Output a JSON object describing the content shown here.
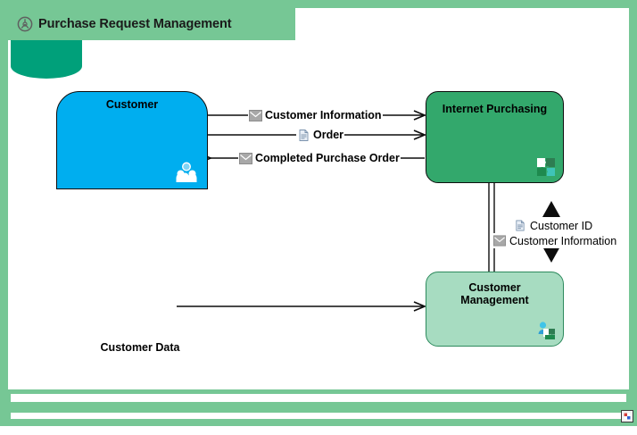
{
  "window": {
    "frame_color": "#76c795",
    "canvas_color": "#ffffff"
  },
  "group": {
    "title": "Purchase Request Management",
    "icon": "business-process-icon",
    "header_color": "#76c795"
  },
  "nodes": [
    {
      "id": "customer",
      "label": "Customer",
      "shape": "actor-rounded-top",
      "fill": "#00aeef",
      "corner_icon": "actor-people-icon"
    },
    {
      "id": "internet-purchasing",
      "label": "Internet Purchasing",
      "shape": "rounded-rect",
      "fill": "#33a86c",
      "corner_icon": "component-puzzle-icon"
    },
    {
      "id": "customer-management",
      "label": "Customer Management",
      "label_line1": "Customer",
      "label_line2": "Management",
      "shape": "rounded-rect",
      "fill": "#a7dcc1",
      "corner_icon": "component-actor-icon"
    },
    {
      "id": "customer-data",
      "label": "Customer Data",
      "shape": "database-cylinder",
      "fill": "#00a07a"
    }
  ],
  "flows": [
    {
      "id": "customer-information",
      "label": "Customer Information",
      "icon": "message-envelope-icon",
      "direction": "customer-to-internet-purchasing"
    },
    {
      "id": "order",
      "label": "Order",
      "icon": "document-artifact-icon",
      "direction": "customer-to-internet-purchasing"
    },
    {
      "id": "completed-purchase-order",
      "label": "Completed Purchase Order",
      "icon": "message-envelope-icon",
      "direction": "internet-purchasing-to-customer"
    },
    {
      "id": "customer-id",
      "label": "Customer ID",
      "icon": "document-artifact-icon",
      "direction": "up"
    },
    {
      "id": "customer-information-mid",
      "label": "Customer Information",
      "icon": "message-envelope-icon",
      "direction": "down"
    }
  ],
  "statusbar": {
    "grip_icon": "resize-grip-icon"
  }
}
